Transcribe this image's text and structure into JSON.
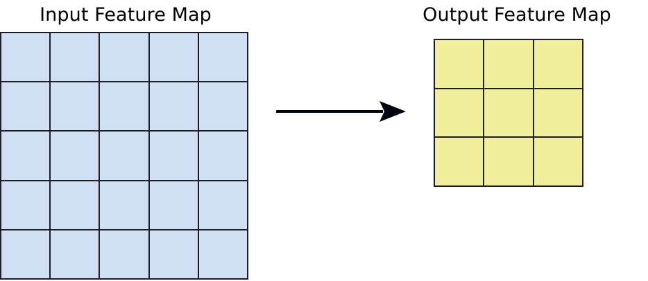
{
  "figure": {
    "background_color": "#ffffff",
    "stroke_color": "#1d1d26"
  },
  "input_panel": {
    "title": "Input Feature Map",
    "fill_color": "#d0e0f2",
    "rows": 5,
    "cols": 5,
    "cell_count": 25
  },
  "output_panel": {
    "title": "Output Feature Map",
    "fill_color": "#f1ef9b",
    "rows": 3,
    "cols": 3,
    "cell_count": 9
  },
  "arrow": {
    "name": "transform-arrow",
    "direction": "right",
    "color": "#000510",
    "label": ""
  },
  "chart_data": {
    "type": "diagram",
    "title": "",
    "elements": [
      {
        "name": "input-feature-map",
        "label": "Input Feature Map",
        "shape": "grid",
        "rows": 5,
        "cols": 5,
        "fill": "#d0e0f2",
        "stroke": "#1d1d26"
      },
      {
        "name": "transform-arrow",
        "label": "",
        "shape": "arrow",
        "from": "input-feature-map",
        "to": "output-feature-map",
        "fill": "#000510"
      },
      {
        "name": "output-feature-map",
        "label": "Output Feature Map",
        "shape": "grid",
        "rows": 3,
        "cols": 3,
        "fill": "#f1ef9b",
        "stroke": "#1d1d26"
      }
    ]
  }
}
